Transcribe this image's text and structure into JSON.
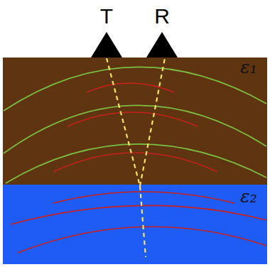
{
  "diagram": {
    "labels": [
      "T",
      "R",
      "ε₁",
      "ε₂"
    ]
  }
}
